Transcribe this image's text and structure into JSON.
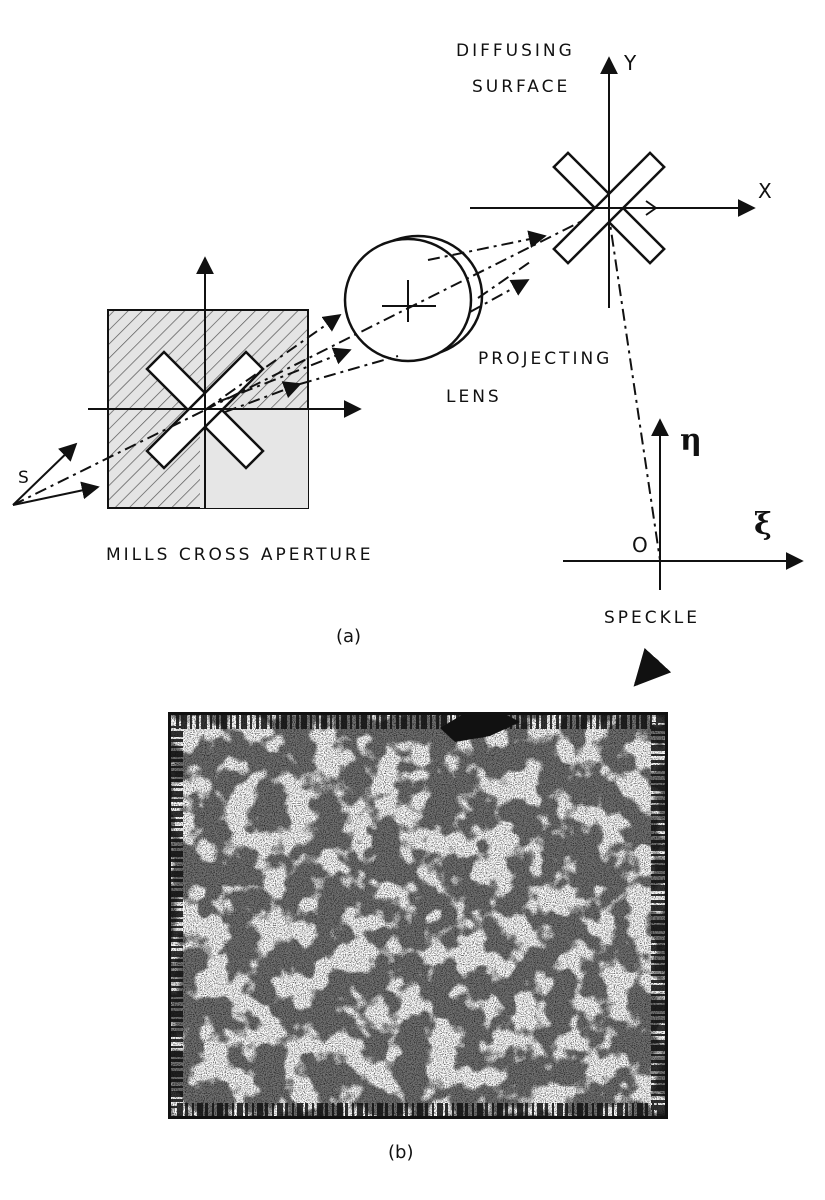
{
  "panel_a": {
    "caption": "(a)",
    "source_label": "S",
    "aperture_label": "MILLS CROSS APERTURE",
    "lens_label_line1": "PROJECTING",
    "lens_label_line2": "LENS",
    "surface_label_line1": "DIFFUSING",
    "surface_label_line2": "SURFACE",
    "axis_y": "Y",
    "axis_x": "X",
    "axis_eta": "η",
    "axis_xi": "ξ",
    "origin_label": "O",
    "speckle_label": "SPECKLE"
  },
  "panel_b": {
    "caption": "(b)"
  },
  "colors": {
    "ink": "#111111",
    "background": "#ffffff",
    "hatch_fill": "#e4e4e4"
  }
}
